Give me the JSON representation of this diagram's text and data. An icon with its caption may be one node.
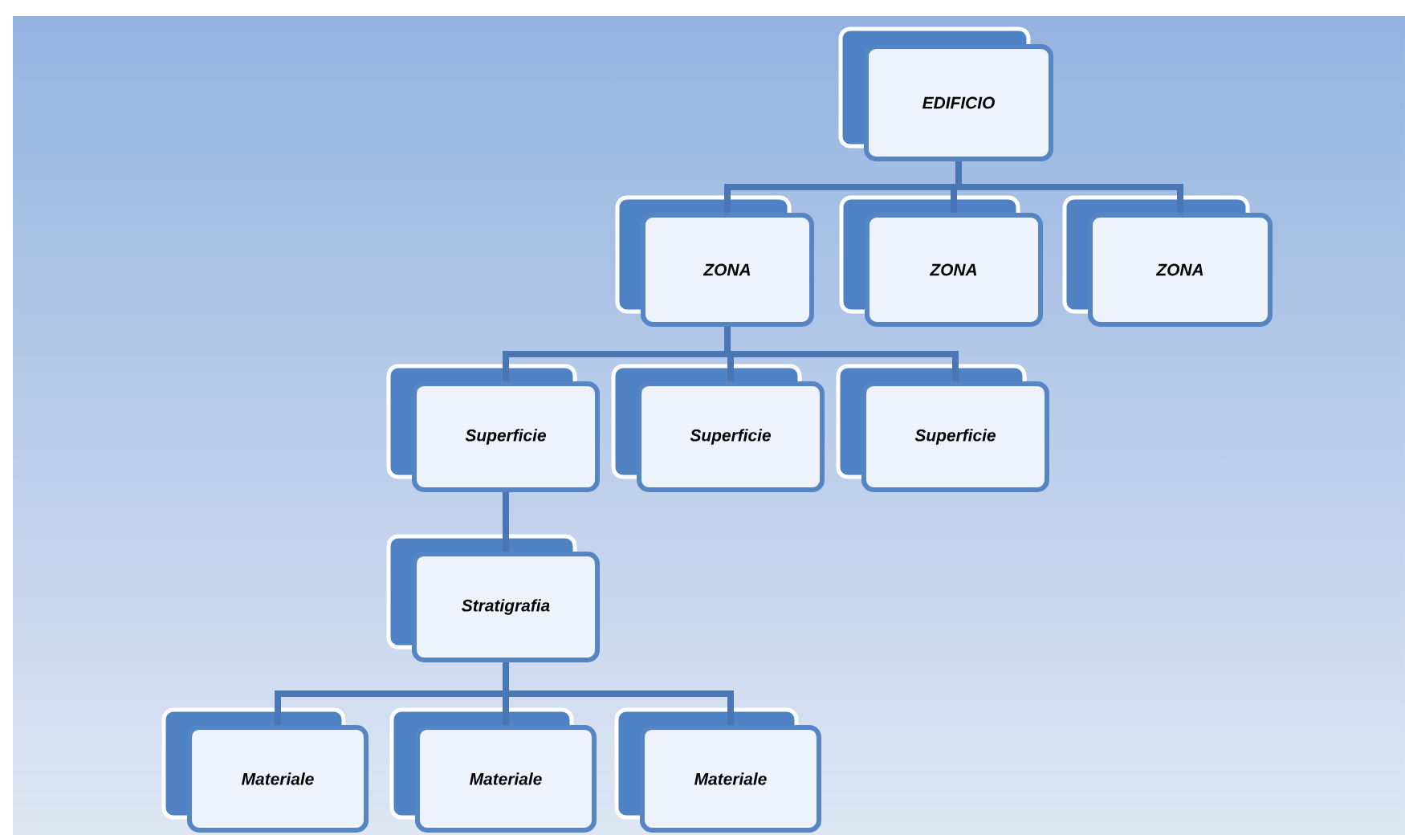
{
  "diagram": {
    "nodes": [
      {
        "text": [
          "EDIFICIO"
        ]
      },
      {
        "text": [
          "ZONA"
        ]
      },
      {
        "text": [
          "ZONA"
        ]
      },
      {
        "text": [
          "ZONA"
        ]
      },
      {
        "text": [
          "Superficie"
        ]
      },
      {
        "text": [
          "Superficie"
        ]
      },
      {
        "text": [
          "Superficie"
        ]
      },
      {
        "text": [
          "Stratigrafia"
        ]
      },
      {
        "text": [
          "Materiale"
        ]
      },
      {
        "text": [
          "Materiale"
        ]
      },
      {
        "text": [
          "Materiale"
        ]
      }
    ],
    "edges": [
      {
        "from": 0,
        "to": 1,
        "arrow": "none"
      },
      {
        "from": 0,
        "to": 2,
        "arrow": "none"
      },
      {
        "from": 0,
        "to": 3,
        "arrow": "none"
      },
      {
        "from": 1,
        "to": 4,
        "arrow": "none"
      },
      {
        "from": 1,
        "to": 5,
        "arrow": "none"
      },
      {
        "from": 1,
        "to": 6,
        "arrow": "none"
      },
      {
        "from": 4,
        "to": 7,
        "arrow": "none"
      },
      {
        "from": 7,
        "to": 8,
        "arrow": "none"
      },
      {
        "from": 7,
        "to": 9,
        "arrow": "none"
      },
      {
        "from": 7,
        "to": 10,
        "arrow": "none"
      }
    ]
  }
}
